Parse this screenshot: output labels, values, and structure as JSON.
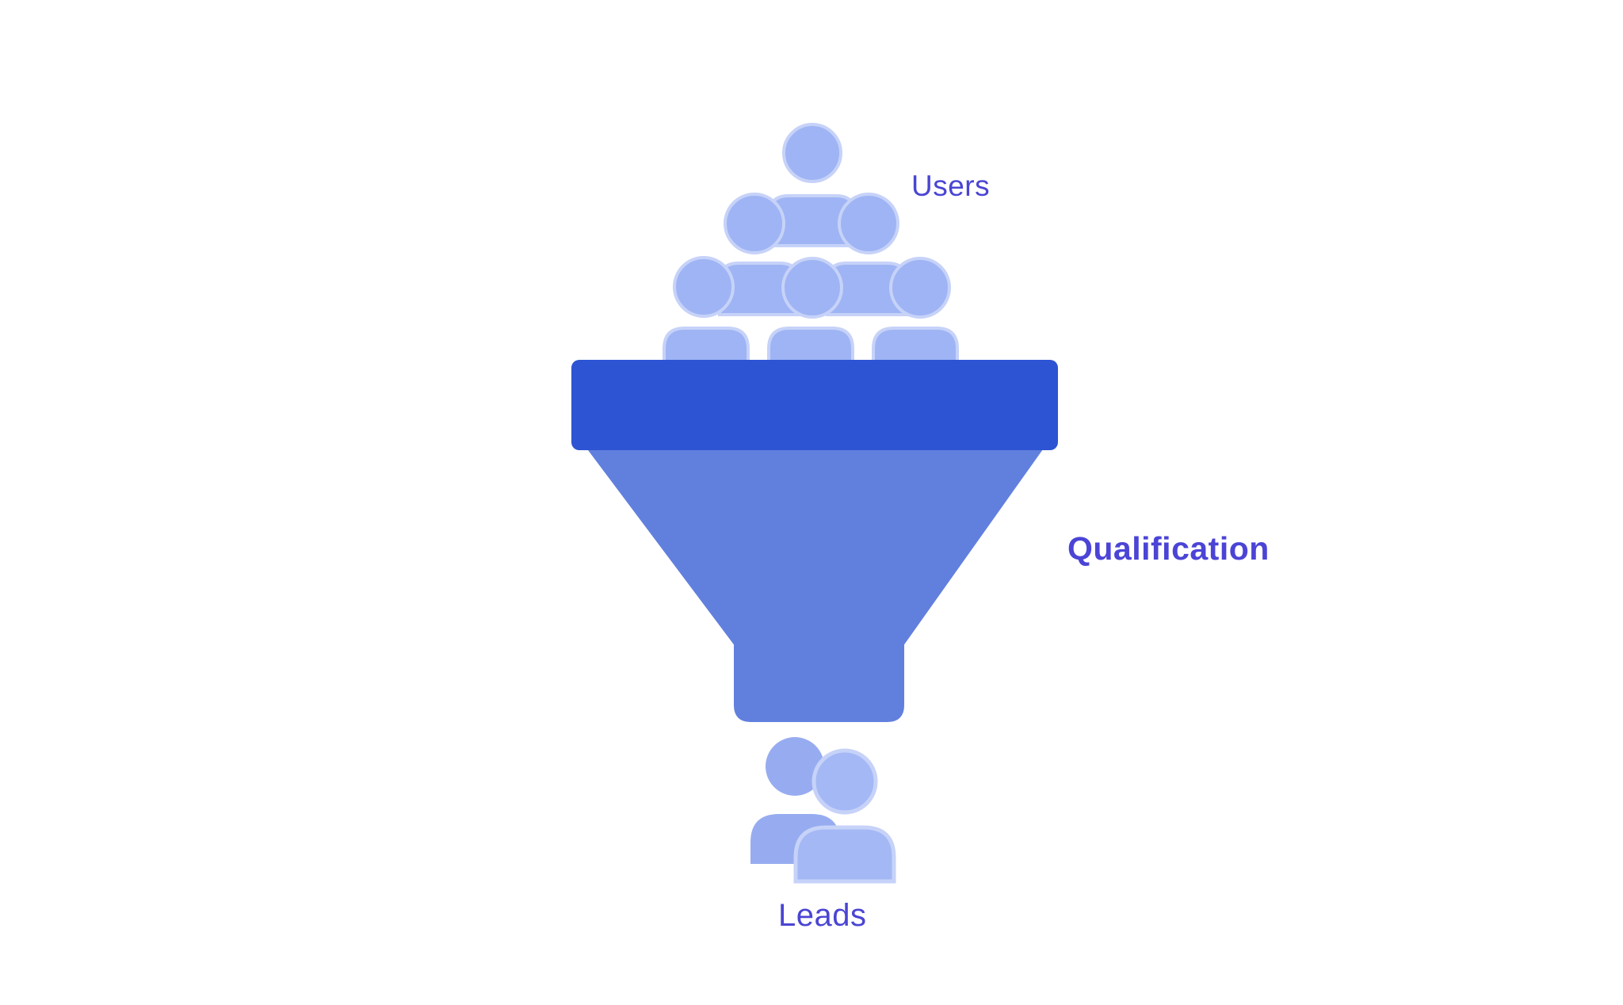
{
  "diagram": {
    "type": "funnel",
    "stages": [
      {
        "id": "users",
        "label": "Users",
        "icon": "crowd-of-people-icon"
      },
      {
        "id": "qualification",
        "label": "Qualification",
        "icon": "funnel-icon"
      },
      {
        "id": "leads",
        "label": "Leads",
        "icon": "two-people-icon"
      }
    ]
  },
  "colors": {
    "background": "#ffffff",
    "people_fill": "#9fb4f4",
    "people_stroke": "#c6d2f8",
    "people_fill_back": "#97acf0",
    "people_fill_front": "#a4b8f5",
    "funnel_rim": "#2d54d2",
    "funnel_body": "#6180de",
    "label_text": "#4a45d3",
    "label_text_bold": "#4b44d6"
  }
}
